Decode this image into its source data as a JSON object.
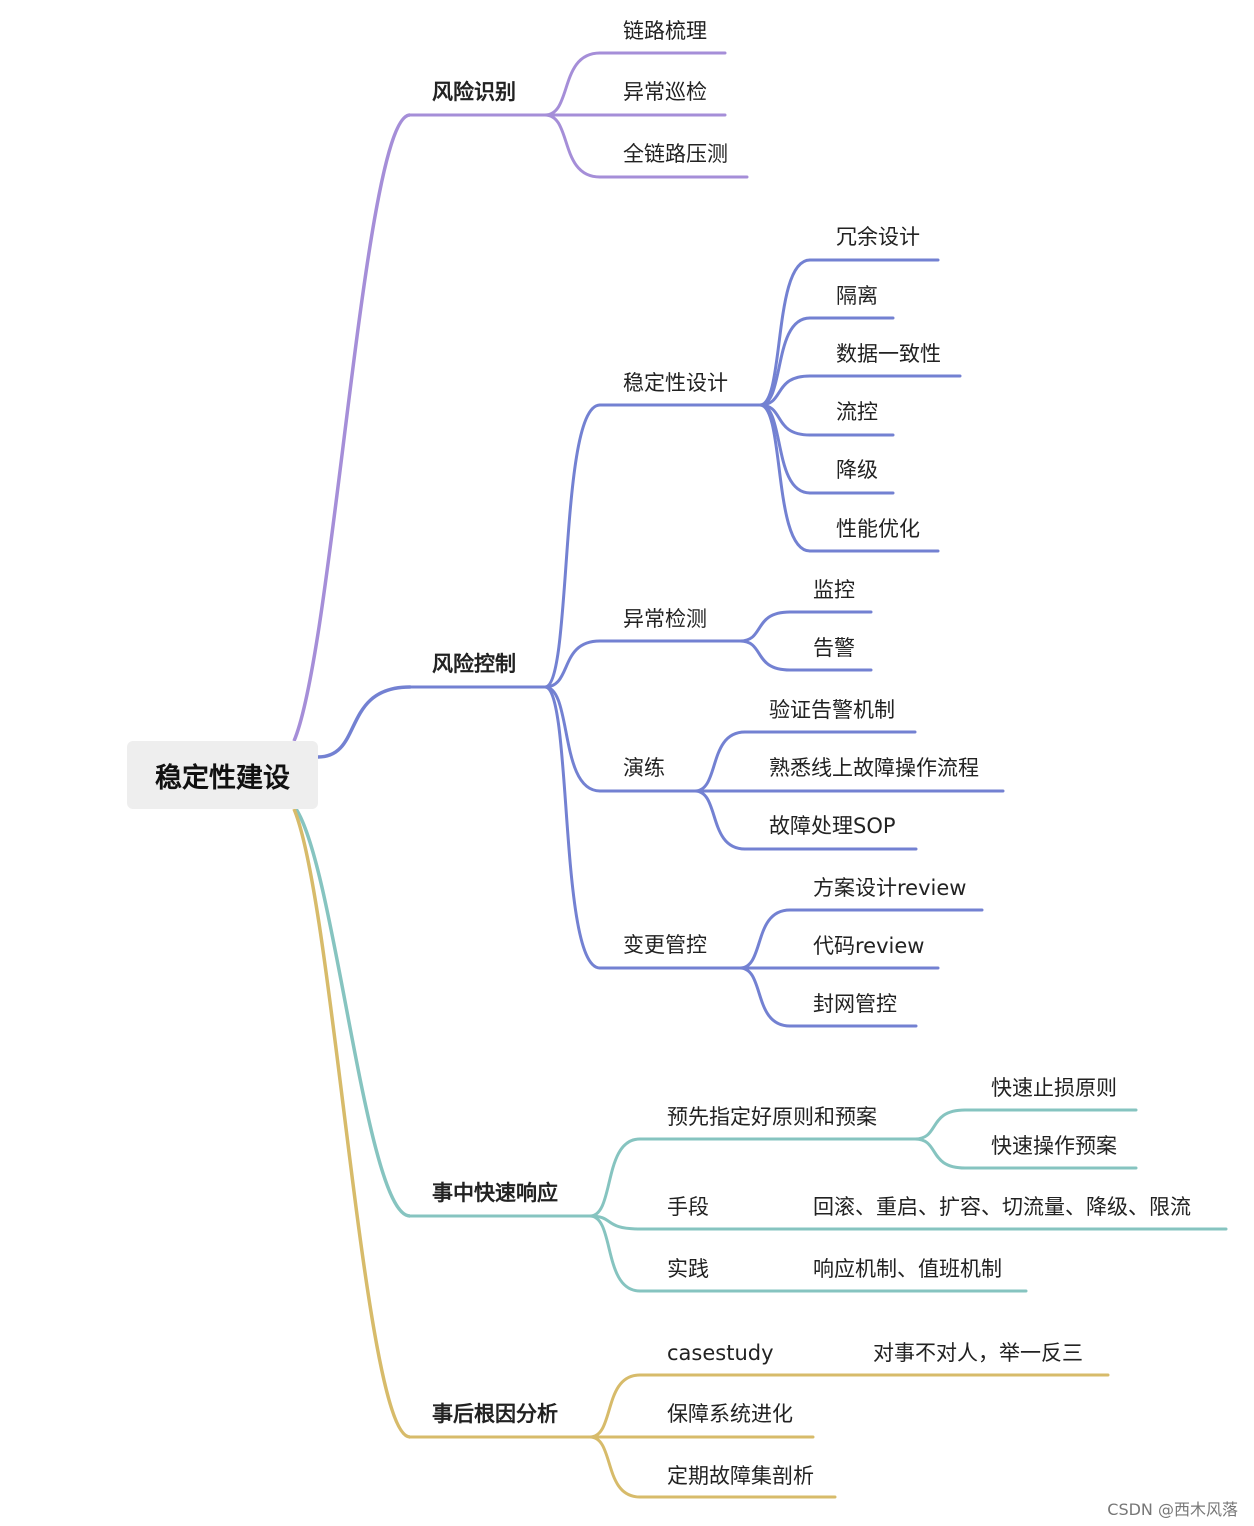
{
  "root": "稳定性建设",
  "colors": {
    "risk_identify": "#A58ED8",
    "risk_control": "#7381D2",
    "incident_response": "#86C4C0",
    "postmortem": "#D7BB6A"
  },
  "branches": [
    {
      "label": "风险识别",
      "children": [
        {
          "label": "链路梳理"
        },
        {
          "label": "异常巡检"
        },
        {
          "label": "全链路压测"
        }
      ]
    },
    {
      "label": "风险控制",
      "children": [
        {
          "label": "稳定性设计",
          "children": [
            "冗余设计",
            "隔离",
            "数据一致性",
            "流控",
            "降级",
            "性能优化"
          ]
        },
        {
          "label": "异常检测",
          "children": [
            "监控",
            "告警"
          ]
        },
        {
          "label": "演练",
          "children": [
            "验证告警机制",
            "熟悉线上故障操作流程",
            "故障处理SOP"
          ]
        },
        {
          "label": "变更管控",
          "children": [
            "方案设计review",
            "代码review",
            "封网管控"
          ]
        }
      ]
    },
    {
      "label": "事中快速响应",
      "children": [
        {
          "label": "预先指定好原则和预案",
          "children": [
            "快速止损原则",
            "快速操作预案"
          ]
        },
        {
          "label": "手段",
          "children": [
            "回滚、重启、扩容、切流量、降级、限流"
          ]
        },
        {
          "label": "实践",
          "children": [
            "响应机制、值班机制"
          ]
        }
      ]
    },
    {
      "label": "事后根因分析",
      "children": [
        {
          "label": "casestudy",
          "children": [
            "对事不对人，举一反三"
          ]
        },
        {
          "label": "保障系统进化"
        },
        {
          "label": "定期故障集剖析"
        }
      ]
    }
  ],
  "watermark": "CSDN @西木风落"
}
